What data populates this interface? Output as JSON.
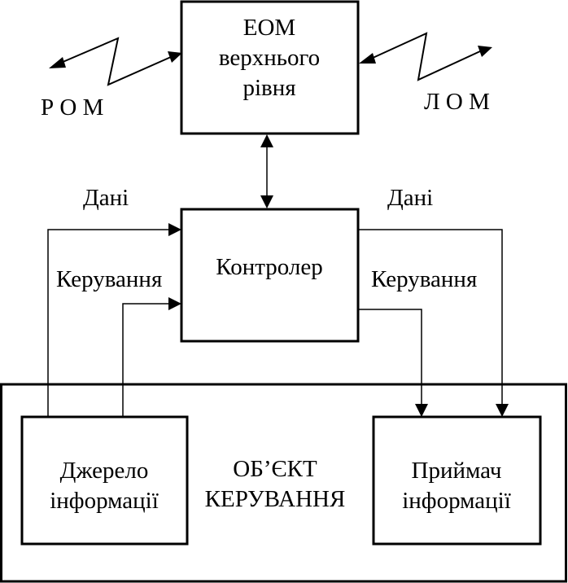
{
  "diagram": {
    "top_computer": {
      "line1": "ЕОМ",
      "line2": "верхнього",
      "line3": "рівня"
    },
    "left_network": "Р О М",
    "right_network": "Л О М",
    "controller": "Контролер",
    "left_links": {
      "data": "Дані",
      "control": "Керування"
    },
    "right_links": {
      "data": "Дані",
      "control": "Керування"
    },
    "control_object": {
      "line1": "ОБ’ЄКТ",
      "line2": "КЕРУВАННЯ"
    },
    "source": {
      "line1": "Джерело",
      "line2": "інформації"
    },
    "receiver": {
      "line1": "Приймач",
      "line2": "інформації"
    }
  }
}
